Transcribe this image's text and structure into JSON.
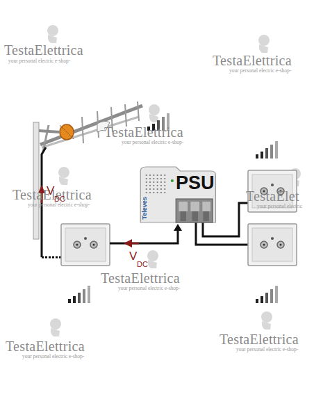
{
  "diagram": {
    "nodes": [
      {
        "text": [
          "PSU",
          "Televes"
        ]
      }
    ],
    "labels": [
      "TestaElettrica",
      "your personal electric e-shop-",
      "TestaElettrica",
      "your personal electric e-shop-",
      "TestaElettrica",
      "your personal electric e-shop-",
      "TestaElettrica",
      "your personal electric e-shop-",
      "TestaElet",
      "your personal electric",
      "TestaElettrica",
      "your personal electric e-shop-",
      "TestaElettrica",
      "your personal electric e-shop-",
      "TestaElettrica",
      "your personal electric e-shop-",
      "V",
      "DC",
      "V",
      "DC"
    ]
  }
}
